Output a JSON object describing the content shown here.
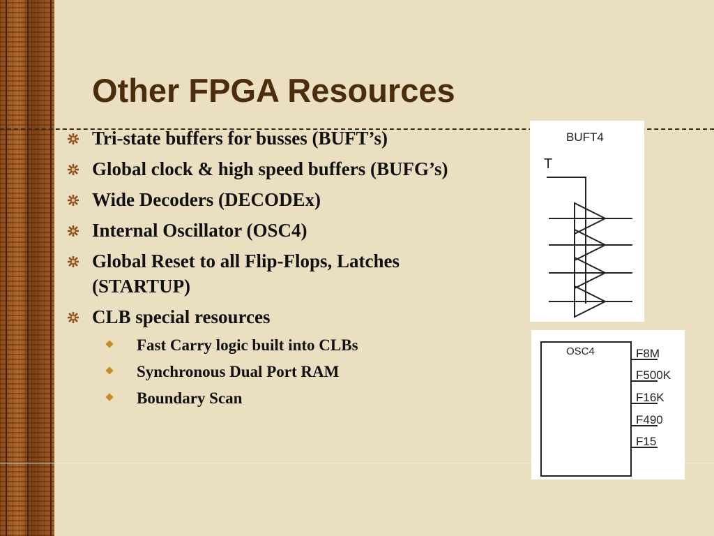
{
  "slide": {
    "title": "Other FPGA Resources",
    "bullets": [
      {
        "text": "Tri-state buffers for busses (BUFT’s)"
      },
      {
        "text": "Global clock & high speed buffers (BUFG’s)"
      },
      {
        "text": "Wide Decoders (DECODEx)"
      },
      {
        "text": "Internal Oscillator (OSC4)"
      },
      {
        "text": "Global Reset to all Flip-Flops, Latches (STARTUP)"
      },
      {
        "text": "CLB special resources"
      }
    ],
    "sub_bullets": [
      {
        "text": "Fast Carry logic built into CLBs"
      },
      {
        "text": "Synchronous Dual Port RAM"
      },
      {
        "text": "Boundary Scan"
      }
    ]
  },
  "buft_figure": {
    "label": "BUFT4",
    "t_label": "T"
  },
  "osc_figure": {
    "label": "OSC4",
    "outputs": [
      "F8M",
      "F500K",
      "F16K",
      "F490",
      "F15"
    ]
  },
  "colors": {
    "background": "#ebdfc1",
    "title": "#4b2c0b",
    "side_band": "#8a4a1c",
    "bullet_marker": "#8a4a1c",
    "sub_bullet_marker": "#c98a2a"
  },
  "icons": {
    "bullet": "asterisk-icon",
    "sub_bullet": "diamond-icon"
  }
}
